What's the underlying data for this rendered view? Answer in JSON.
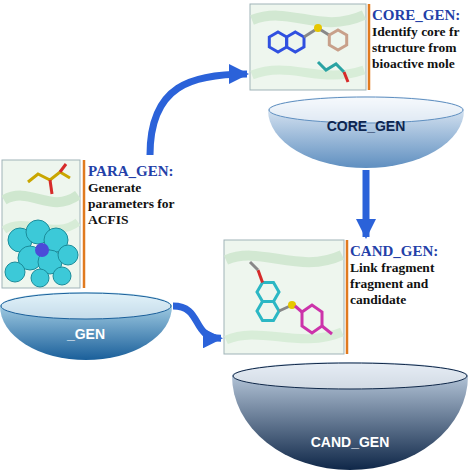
{
  "diagram": {
    "nodes": [
      {
        "text": [
          "PARA_GEN:",
          "Generate parameters for ACFIS"
        ]
      },
      {
        "text": [
          "_GEN"
        ]
      },
      {
        "text": [
          "CORE_GEN:",
          "Identify core fr structure from bioactive mole"
        ]
      },
      {
        "text": [
          "CORE_GEN"
        ]
      },
      {
        "text": [
          "CAND_GEN:",
          "Link fragment fragment and candidate"
        ]
      },
      {
        "text": [
          "CAND_GEN"
        ]
      }
    ],
    "edges": [
      {
        "from": 0,
        "to": 2,
        "arrow": "to"
      },
      {
        "from": 3,
        "to": 4,
        "arrow": "to"
      },
      {
        "from": 1,
        "to": 4,
        "arrow": "to"
      }
    ]
  }
}
